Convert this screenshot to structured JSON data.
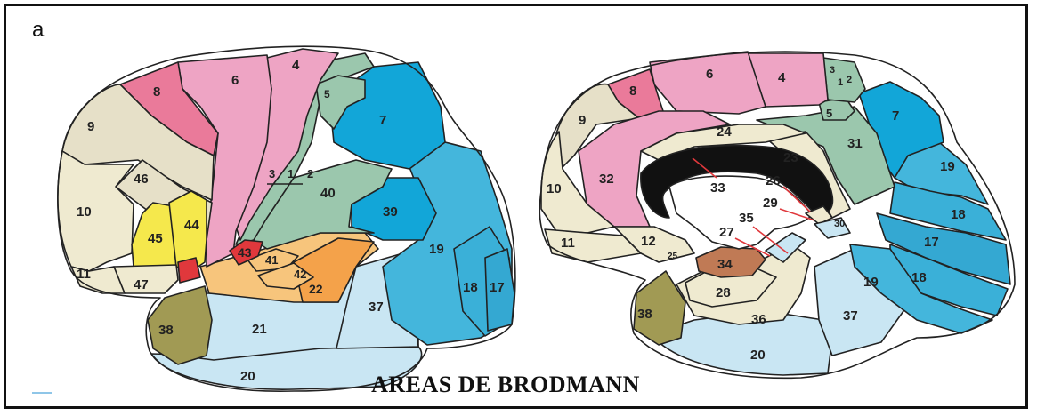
{
  "figure_letter": "a",
  "title": "AREAS DE BRODMANN",
  "colors": {
    "prefrontal": "#efead0",
    "prefrontal_dotted": "#e6e0c8",
    "area8": "#ea7a9a",
    "motor": "#eea4c4",
    "somatosensory": "#9bc7ad",
    "parietal": "#12a6d8",
    "occipital": "#44b6dc",
    "temporal_inferior": "#c9e6f3",
    "auditory": "#f4a24a",
    "auditory_light": "#f7c57c",
    "broca": "#f5e84c",
    "red": "#e0383c",
    "pole": "#a19a54",
    "dark": "#111111",
    "parahippocampal": "#c07a55"
  },
  "lateral_labels": {
    "a9": "9",
    "a46": "46",
    "a10": "10",
    "a45": "45",
    "a44": "44",
    "a11": "11",
    "a47": "47",
    "a8": "8",
    "a6": "6",
    "a4": "4",
    "a5": "5",
    "a7": "7",
    "a3": "3",
    "a1": "1",
    "a2": "2",
    "a40": "40",
    "a39": "39",
    "a43": "43",
    "a41": "41",
    "a42": "42",
    "a22": "22",
    "a19": "19",
    "a18": "18",
    "a17": "17",
    "a37": "37",
    "a21": "21",
    "a38": "38",
    "a20": "20"
  },
  "medial_labels": {
    "a9": "9",
    "a8": "8",
    "a6": "6",
    "a4": "4",
    "a3": "3",
    "a1": "1",
    "a2": "2",
    "a5": "5",
    "a7": "7",
    "a10": "10",
    "a32": "32",
    "a24": "24",
    "a31": "31",
    "a23": "23",
    "a33": "33",
    "a26": "26",
    "a29": "29",
    "a30": "30",
    "a35": "35",
    "a27": "27",
    "a11": "11",
    "a12": "12",
    "a25": "25",
    "a34": "34",
    "a28": "28",
    "a19a": "19",
    "a18a": "18",
    "a17": "17",
    "a19b": "19",
    "a18b": "18",
    "a38": "38",
    "a36": "36",
    "a37": "37",
    "a20": "20"
  }
}
